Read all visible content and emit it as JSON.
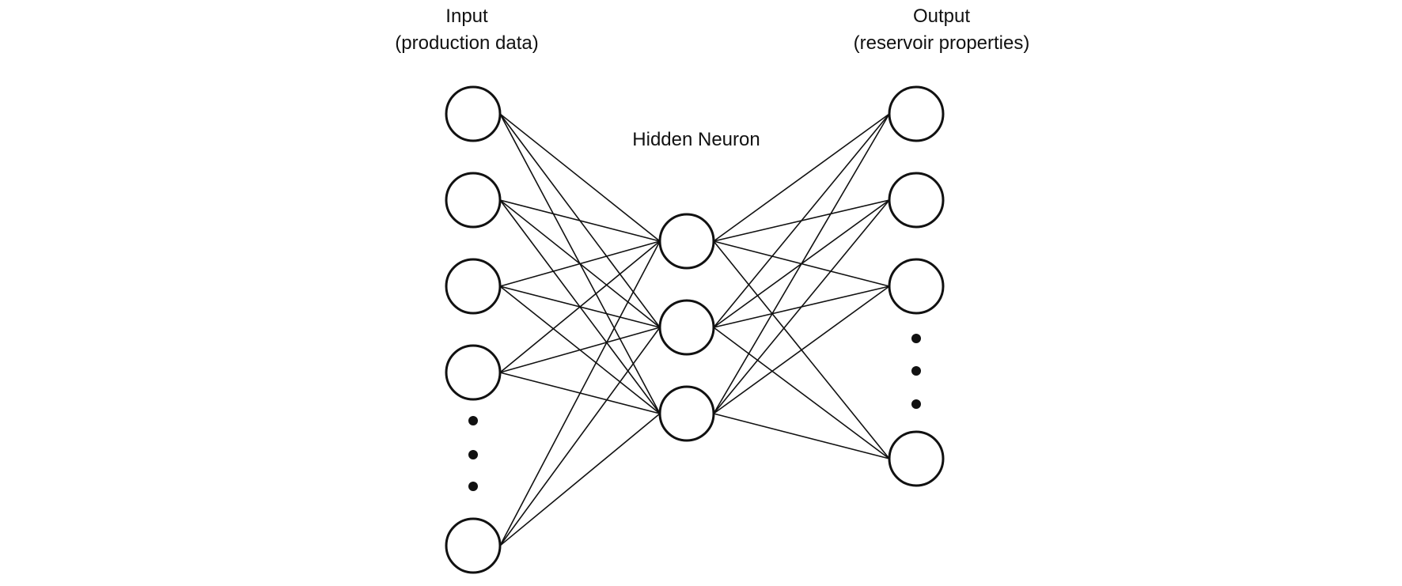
{
  "labels": {
    "input_title": "Input",
    "input_subtitle": "(production data)",
    "hidden_title": "Hidden Neuron",
    "output_title": "Output",
    "output_subtitle": "(reservoir properties)"
  },
  "network": {
    "input_nodes_shown": 5,
    "input_ellipsis_after": 4,
    "hidden_nodes": 3,
    "output_nodes_shown": 4,
    "output_ellipsis_after": 3,
    "fully_connected": true
  },
  "colors": {
    "stroke": "#111111",
    "background": "#ffffff"
  }
}
